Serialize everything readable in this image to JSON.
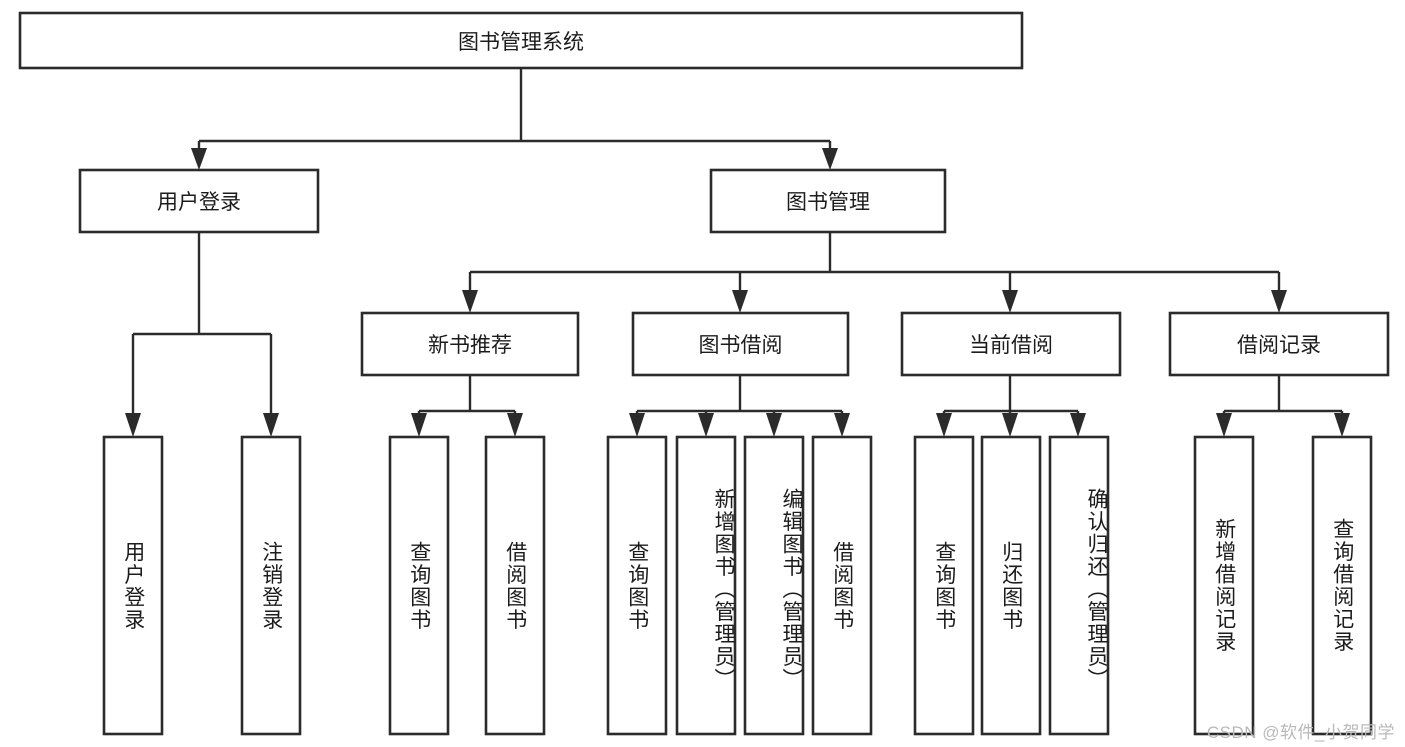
{
  "diagram": {
    "type": "tree-hierarchy",
    "title": "图书管理系统",
    "watermark": "CSDN @软件_小贺同学",
    "colors": {
      "box_stroke": "#2b2b2b",
      "box_fill": "#ffffff",
      "line": "#2b2b2b",
      "text": "#1c1c1c",
      "watermark": "#b9b9b9",
      "background": "#ffffff"
    },
    "root": {
      "id": "root",
      "label": "图书管理系统",
      "orientation": "horizontal"
    },
    "level2": [
      {
        "id": "user-login",
        "label": "用户登录",
        "orientation": "horizontal"
      },
      {
        "id": "book-manage",
        "label": "图书管理",
        "orientation": "horizontal"
      }
    ],
    "level3": [
      {
        "id": "new-book-recommend",
        "label": "新书推荐",
        "orientation": "horizontal"
      },
      {
        "id": "book-borrow",
        "label": "图书借阅",
        "orientation": "horizontal"
      },
      {
        "id": "current-borrow",
        "label": "当前借阅",
        "orientation": "horizontal"
      },
      {
        "id": "borrow-record",
        "label": "借阅记录",
        "orientation": "horizontal"
      }
    ],
    "leaves": [
      {
        "id": "leaf-user-login",
        "label": "用户登录",
        "parent": "user-login",
        "orientation": "vertical"
      },
      {
        "id": "leaf-user-logout",
        "label": "注销登录",
        "parent": "user-login",
        "orientation": "vertical"
      },
      {
        "id": "leaf-query-book-1",
        "label": "查询图书",
        "parent": "new-book-recommend",
        "orientation": "vertical"
      },
      {
        "id": "leaf-borrow-book-1",
        "label": "借阅图书",
        "parent": "new-book-recommend",
        "orientation": "vertical"
      },
      {
        "id": "leaf-query-book-2",
        "label": "查询图书",
        "parent": "book-borrow",
        "orientation": "vertical"
      },
      {
        "id": "leaf-add-book",
        "label": "新增图书（管理员）",
        "parent": "book-borrow",
        "orientation": "vertical"
      },
      {
        "id": "leaf-edit-book",
        "label": "编辑图书（管理员）",
        "parent": "book-borrow",
        "orientation": "vertical"
      },
      {
        "id": "leaf-borrow-book-2",
        "label": "借阅图书",
        "parent": "book-borrow",
        "orientation": "vertical"
      },
      {
        "id": "leaf-query-book-3",
        "label": "查询图书",
        "parent": "current-borrow",
        "orientation": "vertical"
      },
      {
        "id": "leaf-return-book",
        "label": "归还图书",
        "parent": "current-borrow",
        "orientation": "vertical"
      },
      {
        "id": "leaf-confirm-return",
        "label": "确认归还（管理员）",
        "parent": "current-borrow",
        "orientation": "vertical"
      },
      {
        "id": "leaf-add-record",
        "label": "新增借阅记录",
        "parent": "borrow-record",
        "orientation": "vertical"
      },
      {
        "id": "leaf-query-record",
        "label": "查询借阅记录",
        "parent": "borrow-record",
        "orientation": "vertical"
      }
    ]
  }
}
